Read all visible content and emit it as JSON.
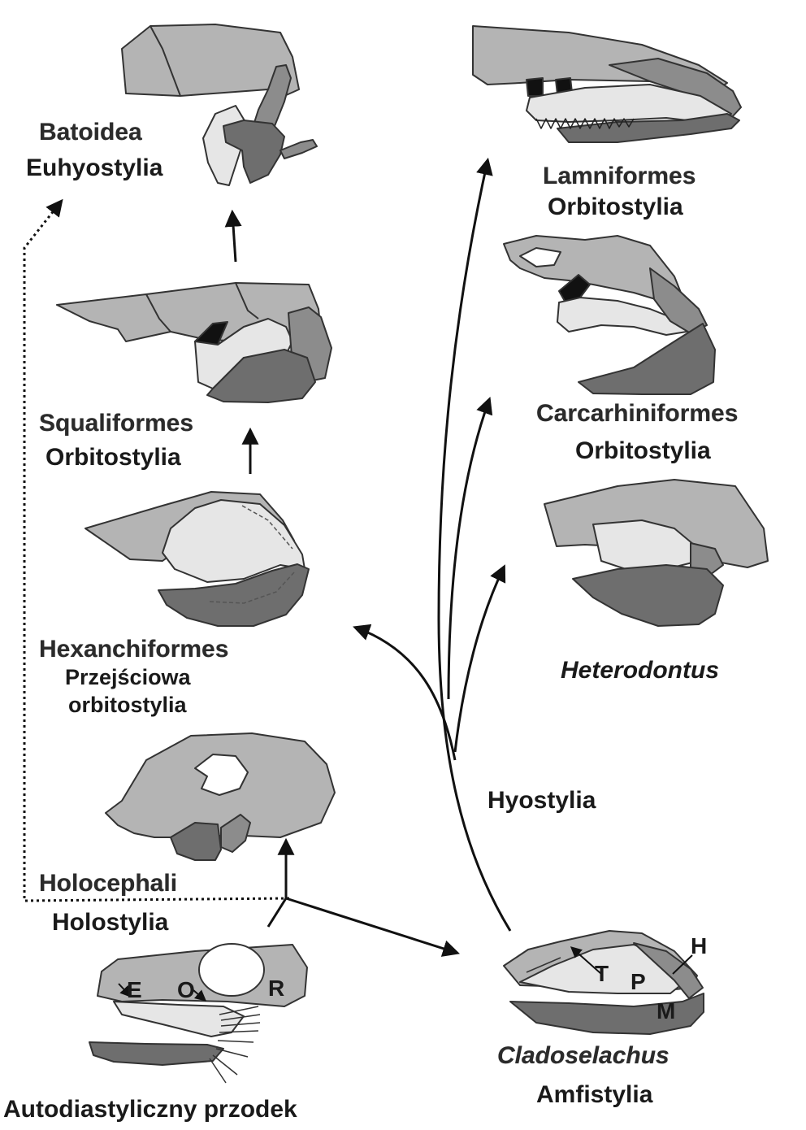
{
  "colors": {
    "cranium": "#b4b4b4",
    "palatoquadrate": "#e6e6e6",
    "mandible": "#6e6e6e",
    "hyomandibula": "#8c8c8c",
    "outline": "#333333",
    "dark": "#111111"
  },
  "nodes": {
    "batoidea": {
      "taxon": "Batoidea",
      "suspension": "Euhyostylia"
    },
    "squaliformes": {
      "taxon": "Squaliformes",
      "suspension": "Orbitostylia"
    },
    "hexanchiformes": {
      "taxon": "Hexanchiformes",
      "suspension_line1": "Przejściowa",
      "suspension_line2": "orbitostylia"
    },
    "holocephali": {
      "taxon": "Holocephali",
      "suspension": "Holostylia"
    },
    "ancestor": {
      "label": "Autodiastyliczny przodek",
      "letter_e": "E",
      "letter_o": "O",
      "letter_r": "R"
    },
    "lamniformes": {
      "taxon": "Lamniformes",
      "suspension": "Orbitostylia"
    },
    "carcharhiniformes": {
      "taxon": "Carcarhiniformes",
      "suspension": "Orbitostylia"
    },
    "heterodontus": {
      "taxon": "Heterodontus"
    },
    "hyostylia": {
      "label": "Hyostylia"
    },
    "cladoselachus": {
      "taxon": "Cladoselachus",
      "suspension": "Amfistylia",
      "letter_h": "H",
      "letter_t": "T",
      "letter_p": "P",
      "letter_m": "M"
    }
  }
}
